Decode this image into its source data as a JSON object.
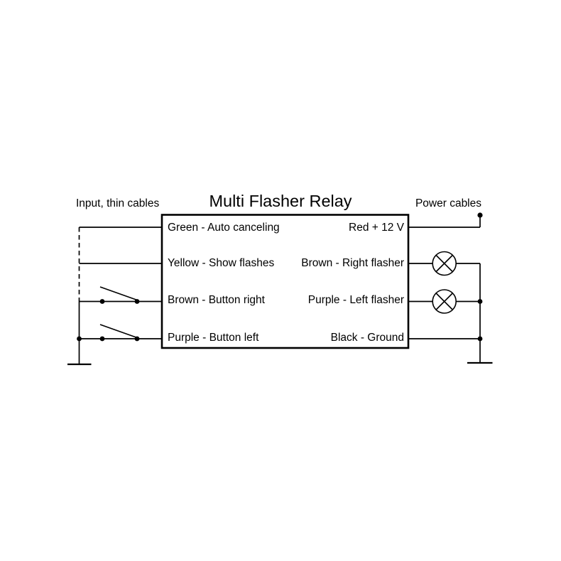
{
  "diagram": {
    "title": "Multi Flasher Relay",
    "labels": {
      "input": "Input, thin cables",
      "power": "Power cables"
    },
    "relay": {
      "left_pins": [
        "Green - Auto canceling",
        "Yellow - Show flashes",
        "Brown - Button right",
        "Purple - Button left"
      ],
      "right_pins": [
        "Red + 12 V",
        "Brown - Right flasher",
        "Purple - Left flasher",
        "Black - Ground"
      ]
    },
    "symbols": {
      "switches": [
        "button-right-switch",
        "button-left-switch"
      ],
      "lamps": [
        "right-flasher-lamp",
        "left-flasher-lamp"
      ],
      "grounds": [
        "input-ground",
        "power-ground"
      ]
    },
    "colors": {
      "line": "#000000",
      "background": "#ffffff"
    }
  }
}
